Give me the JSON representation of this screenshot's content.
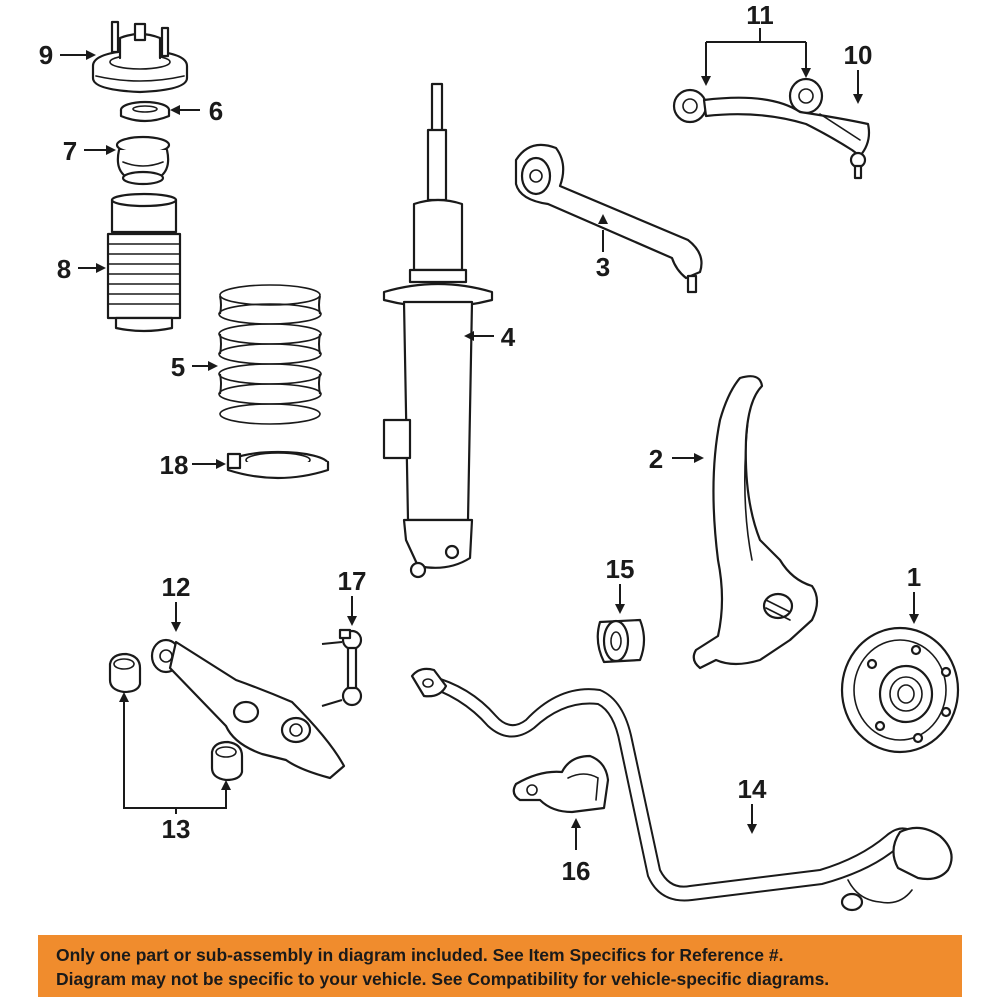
{
  "callouts": [
    {
      "id": "1",
      "text": "1"
    },
    {
      "id": "2",
      "text": "2"
    },
    {
      "id": "3",
      "text": "3"
    },
    {
      "id": "4",
      "text": "4"
    },
    {
      "id": "5",
      "text": "5"
    },
    {
      "id": "6",
      "text": "6"
    },
    {
      "id": "7",
      "text": "7"
    },
    {
      "id": "8",
      "text": "8"
    },
    {
      "id": "9",
      "text": "9"
    },
    {
      "id": "10",
      "text": "10"
    },
    {
      "id": "11",
      "text": "11"
    },
    {
      "id": "12",
      "text": "12"
    },
    {
      "id": "13",
      "text": "13"
    },
    {
      "id": "14",
      "text": "14"
    },
    {
      "id": "15",
      "text": "15"
    },
    {
      "id": "16",
      "text": "16"
    },
    {
      "id": "17",
      "text": "17"
    },
    {
      "id": "18",
      "text": "18"
    }
  ],
  "footer": {
    "line1": "Only one part or sub-assembly in diagram included. See Item Specifics for Reference #.",
    "line2": "Diagram may not be specific to your vehicle. See Compatibility for vehicle-specific diagrams.",
    "background": "#f08c2d"
  }
}
